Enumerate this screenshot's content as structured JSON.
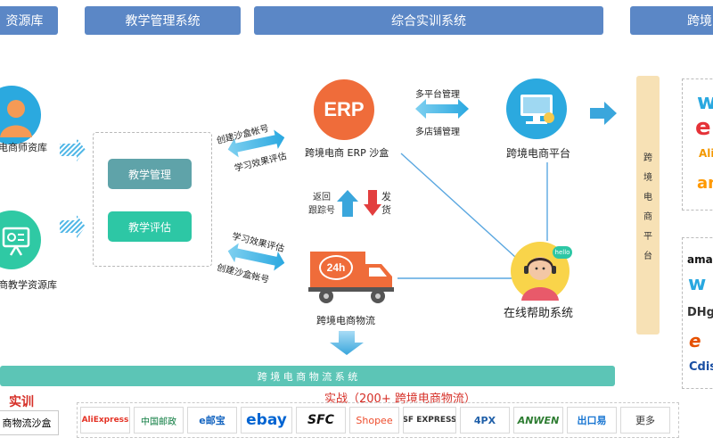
{
  "headers": {
    "resource_lib": "资源库",
    "teaching_mgmt": "教学管理系统",
    "training_system": "综合实训系统",
    "cross_border": "跨境"
  },
  "left": {
    "teacher_lib": "电商师资库",
    "teaching_res_lib": "商教学资源库"
  },
  "teaching_box": {
    "mgmt_button": "教学管理",
    "eval_button": "教学评估"
  },
  "flows": {
    "create_account_top": "创建沙盒帐号",
    "learning_eval_top": "学习效果评估",
    "learning_eval_bottom": "学习效果评估",
    "create_account_bottom": "创建沙盒帐号",
    "multi_platform": "多平台管理",
    "multi_store": "多店铺管理",
    "return_tracking_line1": "返回",
    "return_tracking_line2": "跟踪号",
    "ship_line1": "发",
    "ship_line2": "货"
  },
  "nodes": {
    "erp_logo": "ERP",
    "erp_label": "跨境电商 ERP 沙盒",
    "platform_label": "跨境电商平台",
    "truck_badge": "24h",
    "logistics_label": "跨境电商物流",
    "help_label": "在线帮助系统",
    "hello_bubble": "hello"
  },
  "side_platform": {
    "chars": [
      "跨",
      "境",
      "电",
      "商",
      "平",
      "台"
    ]
  },
  "logistics_bar": "跨 境 电 商 物 流 系 统",
  "bottom": {
    "practice_title": "实训",
    "practice_item": "商物流沙盒",
    "battle_title": "实战（200+ 跨境电商物流）"
  },
  "carriers": [
    {
      "name": "AliExpress",
      "color": "#e43225"
    },
    {
      "name": "中国邮政",
      "color": "#0a7a3e"
    },
    {
      "name": "e邮宝",
      "color": "#1565c0"
    },
    {
      "name": "ebay",
      "color": "#0064d2"
    },
    {
      "name": "SFC",
      "color": "#111111"
    },
    {
      "name": "Shopee",
      "color": "#ee4d2d"
    },
    {
      "name": "SF EXPRESS",
      "color": "#333333"
    },
    {
      "name": "4PX",
      "color": "#1f5fa8"
    },
    {
      "name": "ANWEN",
      "color": "#2e7d32"
    },
    {
      "name": "出口易",
      "color": "#1976d2"
    },
    {
      "name": "更多",
      "color": "#333333"
    }
  ],
  "right_logos_top": [
    {
      "name": "w",
      "color": "#29a8e0"
    },
    {
      "name": "e",
      "color": "#e53238"
    },
    {
      "name": "Ali",
      "color": "#f39800"
    },
    {
      "name": "am",
      "color": "#ff9900"
    }
  ],
  "right_logos_bottom": [
    {
      "name": "amaz",
      "color": "#111111"
    },
    {
      "name": "w",
      "color": "#29a8e0"
    },
    {
      "name": "DHg",
      "color": "#333333"
    },
    {
      "name": "e",
      "color": "#e65100"
    },
    {
      "name": "Cdis",
      "color": "#1a4fa3"
    }
  ],
  "colors": {
    "header_blue": "#5b87c6",
    "arrow_blue": "#38b6e8",
    "teal_button": "#5fa3a9",
    "green_button": "#2dc7a5",
    "logistics_bar": "#5cc5b6",
    "orange": "#ef6c3a",
    "practice_red": "#d62f27"
  }
}
